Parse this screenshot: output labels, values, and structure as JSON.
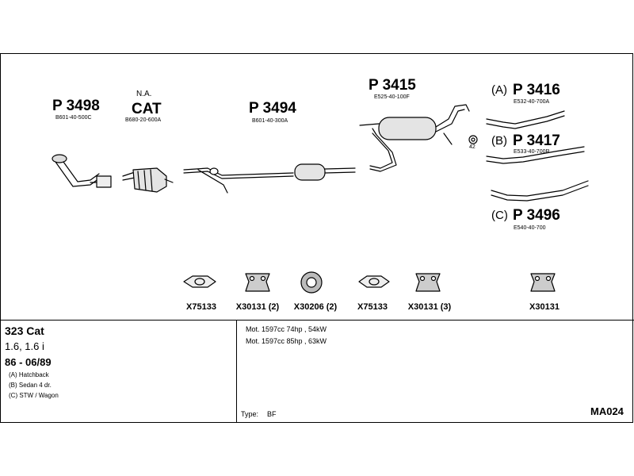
{
  "diagram": {
    "parts": {
      "p3498": {
        "number": "P 3498",
        "code": "B601-40-500C"
      },
      "cat": {
        "prefix": "N.A.",
        "label": "CAT",
        "code": "B680-20-600A"
      },
      "p3494": {
        "number": "P 3494",
        "code": "B601-40-300A"
      },
      "p3415": {
        "number": "P 3415",
        "code": "E525-40-100F"
      },
      "p3416": {
        "variant": "(A)",
        "number": "P 3416",
        "code": "E532-40-700A"
      },
      "p3417": {
        "variant": "(B)",
        "number": "P 3417",
        "code": "E533-40-700R"
      },
      "p3496": {
        "variant": "(C)",
        "number": "P 3496",
        "code": "E540-40-700"
      }
    },
    "hanger_callout": "42",
    "fittings": [
      "X75133",
      "X30131 (2)",
      "X30206 (2)",
      "X75133",
      "X30131 (3)",
      "X30131"
    ]
  },
  "vehicle": {
    "model": "323 Cat",
    "engines": "1.6, 1.6 i",
    "years": "86 - 06/89",
    "bodies": [
      "(A) Hatchback",
      "(B) Sedan 4 dr.",
      "(C) STW / Wagon"
    ]
  },
  "specs": {
    "motors": [
      "Mot. 1597cc 74hp , 54kW",
      "Mot. 1597cc 85hp , 63kW"
    ],
    "type_label": "Type:",
    "type_value": "BF",
    "catalog_code": "MA024"
  }
}
